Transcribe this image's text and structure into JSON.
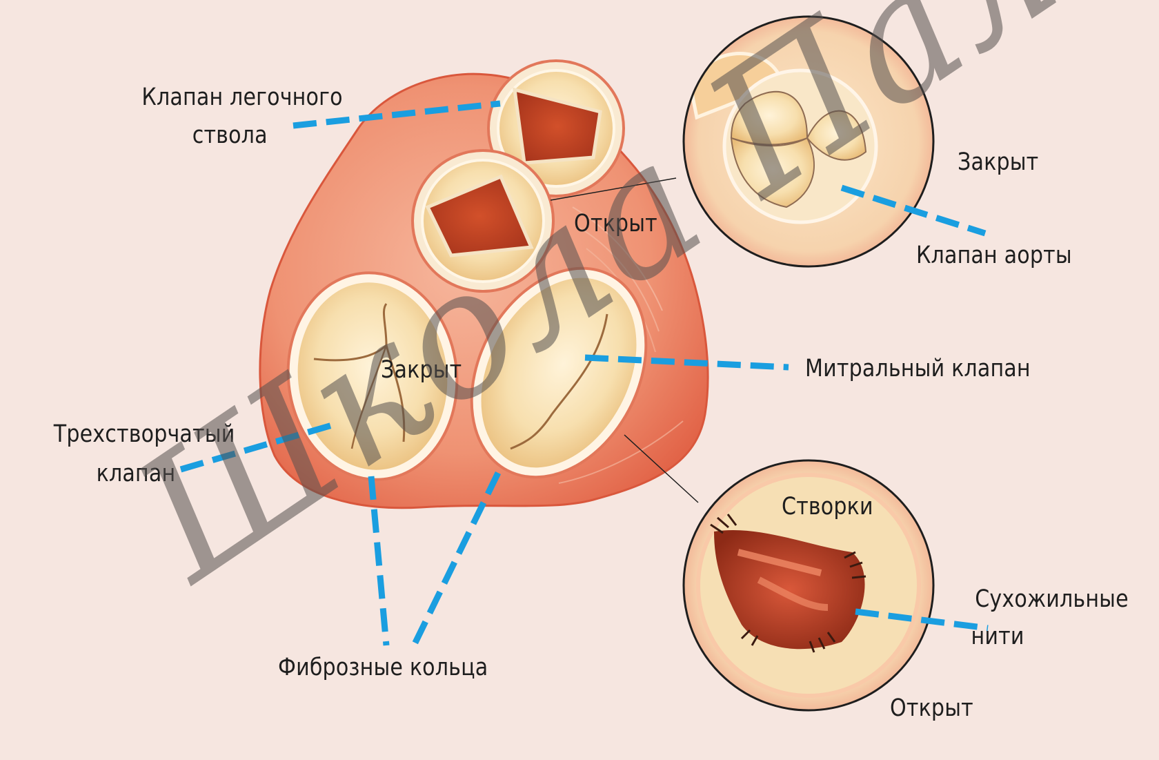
{
  "diagram": {
    "colors": {
      "background": "#f6e6e0",
      "heart_tissue": "#ec7f62",
      "valve_leaflet": "#f4d9a4",
      "leader_line": "#1a9ee0",
      "watermark": "#55504e"
    },
    "labels": {
      "pulmonary_valve": [
        "Клапан легочного",
        "ствола"
      ],
      "open_top": "Открыт",
      "closed_aortic_inset": "Закрыт",
      "aortic_valve": "Клапан аорты",
      "closed_center": "Закрыт",
      "mitral_valve": "Митральный клапан",
      "tricuspid_valve": [
        "Трехстворчатый",
        "клапан"
      ],
      "fibrous_rings": "Фиброзные кольца",
      "cusps": "Створки",
      "chordae": [
        "Сухожильные",
        "нити"
      ],
      "open_bottom": "Открыт"
    },
    "watermark": "Школа Палагина"
  }
}
